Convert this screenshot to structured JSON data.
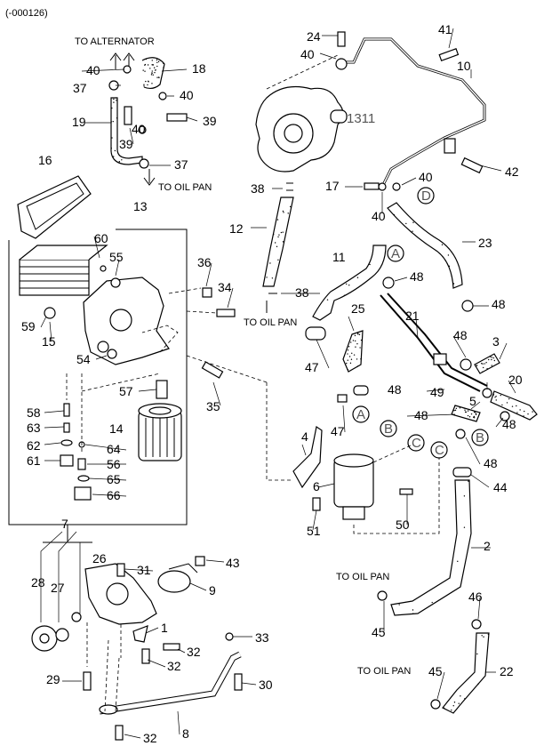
{
  "header": {
    "code": "(-000126)"
  },
  "notes": {
    "to_alternator": "TO ALTERNATOR",
    "to_oil_pan": "TO OIL PAN"
  },
  "callouts": {
    "p1": "1",
    "p2": "2",
    "p3": "3",
    "p4": "4",
    "p5": "5",
    "p6": "6",
    "p7": "7",
    "p8": "8",
    "p9": "9",
    "p10": "10",
    "p11": "11",
    "p12": "12",
    "p13": "13",
    "p14": "14",
    "p15": "15",
    "p16": "16",
    "p17": "17",
    "p18": "18",
    "p19": "19",
    "p20": "20",
    "p21": "21",
    "p22": "22",
    "p23": "23",
    "p24": "24",
    "p25": "25",
    "p26": "26",
    "p27": "27",
    "p28": "28",
    "p29": "29",
    "p30": "30",
    "p31": "31",
    "p32": "32",
    "p33": "33",
    "p34": "34",
    "p35": "35",
    "p36": "36",
    "p37": "37",
    "p38": "38",
    "p39": "39",
    "p40": "40",
    "p41": "41",
    "p42": "42",
    "p43": "43",
    "p44": "44",
    "p45": "45",
    "p46": "46",
    "p47": "47",
    "p48": "48",
    "p49": "49",
    "p50": "50",
    "p51": "51",
    "p54": "54",
    "p55": "55",
    "p56": "56",
    "p57": "57",
    "p58": "58",
    "p59": "59",
    "p60": "60",
    "p61": "61",
    "p62": "62",
    "p63": "63",
    "p64": "64",
    "p65": "65",
    "p66": "66",
    "p1311": "1311"
  },
  "refs": {
    "A": "A",
    "B": "B",
    "C": "C",
    "D": "D"
  }
}
